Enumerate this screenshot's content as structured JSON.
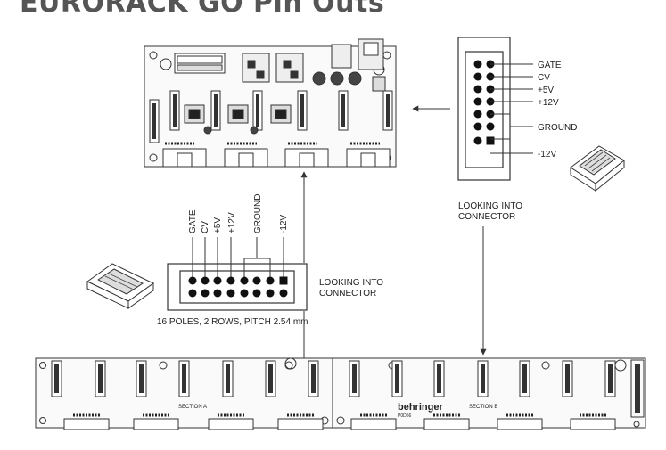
{
  "title": "EURORACK GO Pin Outs",
  "right_connector": {
    "pins": [
      "GATE",
      "CV",
      "+5V",
      "+12V",
      "GROUND",
      "-12V"
    ],
    "caption_line1": "LOOKING INTO",
    "caption_line2": "CONNECTOR"
  },
  "center_connector": {
    "pins": [
      "GATE",
      "CV",
      "+5V",
      "+12V",
      "GROUND",
      "-12V"
    ],
    "caption_line1": "LOOKING INTO",
    "caption_line2": "CONNECTOR",
    "spec": "16 POLES, 2 ROWS, PITCH 2.54 mm"
  },
  "bottom_board": {
    "section_a": "SECTION A",
    "section_b": "SECTION B",
    "brand": "behringer",
    "model": "P0D56"
  }
}
